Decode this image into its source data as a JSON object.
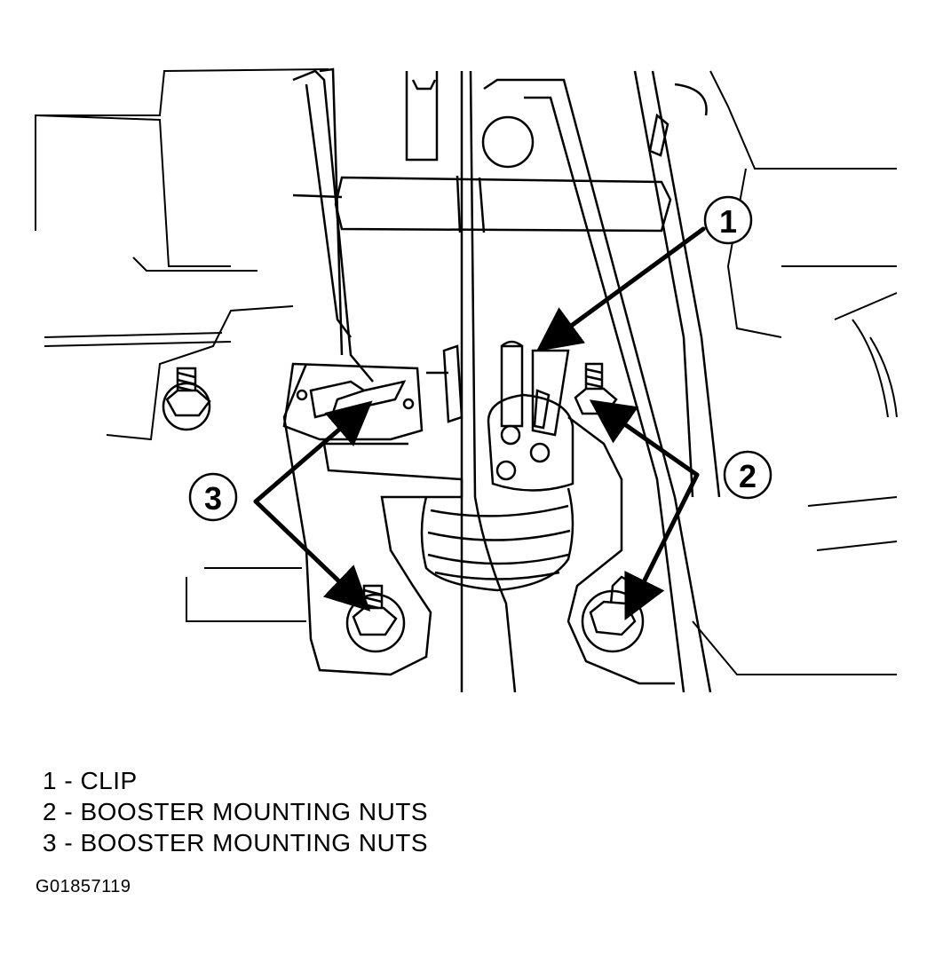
{
  "callouts": [
    {
      "number": "1"
    },
    {
      "number": "2"
    },
    {
      "number": "3"
    }
  ],
  "legend": [
    "1 - CLIP",
    "2 - BOOSTER MOUNTING NUTS",
    "3 - BOOSTER MOUNTING NUTS"
  ],
  "figure_code": "G01857119",
  "colors": {
    "line": "#000000",
    "background": "#ffffff"
  }
}
